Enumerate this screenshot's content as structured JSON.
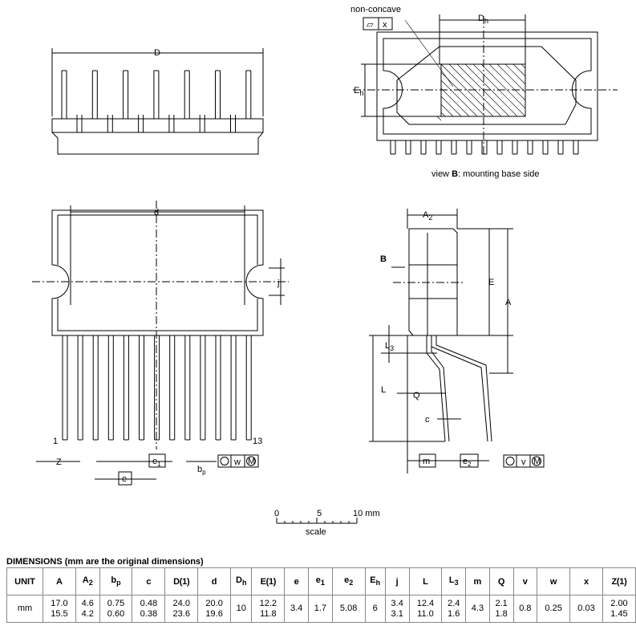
{
  "drawing": {
    "top_view": {
      "D": "D"
    },
    "view_b": {
      "non_concave": "non-concave",
      "flatness_symbol": "▱",
      "x": "x",
      "Dh": "D",
      "Dh_sub": "h",
      "Eh": "E",
      "Eh_sub": "h",
      "caption_prefix": "view ",
      "caption_bold": "B",
      "caption_rest": ": mounting base side"
    },
    "front_view": {
      "d": "d",
      "j": "j",
      "pin_first": "1",
      "pin_last": "13",
      "Z": "Z",
      "e1": "e",
      "e1_sub": "1",
      "e": "e",
      "bp": "b",
      "bp_sub": "p",
      "w": "w",
      "M": "M"
    },
    "side_view": {
      "A2": "A",
      "A2_sub": "2",
      "B": "B",
      "E": "E",
      "A": "A",
      "L3": "L",
      "L3_sub": "3",
      "L": "L",
      "Q": "Q",
      "c": "c",
      "m": "m",
      "e2": "e",
      "e2_sub": "2",
      "v": "v",
      "M": "M"
    },
    "scale": {
      "t0": "0",
      "t5": "5",
      "t10": "10 mm",
      "label": "scale"
    }
  },
  "table": {
    "title": "DIMENSIONS (mm are the original dimensions)",
    "headers": [
      "UNIT",
      "A",
      "A2",
      "bp",
      "c",
      "D(1)",
      "d",
      "Dh",
      "E(1)",
      "e",
      "e1",
      "e2",
      "Eh",
      "j",
      "L",
      "L3",
      "m",
      "Q",
      "v",
      "w",
      "x",
      "Z(1)"
    ],
    "row": [
      "mm",
      "17.0\n15.5",
      "4.6\n4.2",
      "0.75\n0.60",
      "0.48\n0.38",
      "24.0\n23.6",
      "20.0\n19.6",
      "10",
      "12.2\n11.8",
      "3.4",
      "1.7",
      "5.08",
      "6",
      "3.4\n3.1",
      "12.4\n11.0",
      "2.4\n1.6",
      "4.3",
      "2.1\n1.8",
      "0.8",
      "0.25",
      "0.03",
      "2.00\n1.45"
    ]
  }
}
